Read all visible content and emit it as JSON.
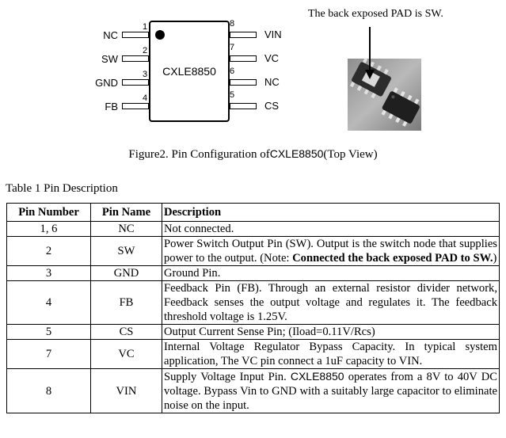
{
  "diagram": {
    "chip_name": "CXLE8850",
    "left_pins": [
      {
        "number": "1",
        "label": "NC"
      },
      {
        "number": "2",
        "label": "SW"
      },
      {
        "number": "3",
        "label": "GND"
      },
      {
        "number": "4",
        "label": "FB"
      }
    ],
    "right_pins": [
      {
        "number": "8",
        "label": "VIN"
      },
      {
        "number": "7",
        "label": "VC"
      },
      {
        "number": "6",
        "label": "NC"
      },
      {
        "number": "5",
        "label": "CS"
      }
    ],
    "pad_note": "The back exposed PAD is SW."
  },
  "caption": {
    "prefix": "Figure2. Pin Configuration of",
    "chip": "CXLE8850",
    "suffix": "(Top View)"
  },
  "table": {
    "title": "Table 1 Pin Description",
    "headers": [
      "Pin Number",
      "Pin Name",
      "Description"
    ],
    "rows": [
      {
        "number": "1, 6",
        "name": "NC",
        "desc": "Not connected."
      },
      {
        "number": "2",
        "name": "SW",
        "desc_before": "Power Switch Output Pin (SW). Output is the switch node that supplies power to the output. (Note: ",
        "desc_bold": "Connected the back exposed PAD to SW.",
        "desc_after": ")"
      },
      {
        "number": "3",
        "name": "GND",
        "desc": "Ground Pin."
      },
      {
        "number": "4",
        "name": "FB",
        "desc": "Feedback Pin (FB). Through an external resistor divider network, Feedback senses the output voltage and regulates it. The feedback threshold voltage is 1.25V."
      },
      {
        "number": "5",
        "name": "CS",
        "desc": "Output Current Sense Pin; (Iload=0.11V/Rcs)"
      },
      {
        "number": "7",
        "name": "VC",
        "desc": "Internal Voltage Regulator Bypass Capacity. In typical system application, The VC pin connect a 1uF capacity to VIN."
      },
      {
        "number": "8",
        "name": "VIN",
        "desc_before": "Supply Voltage Input Pin. ",
        "desc_chip": "CXLE8850",
        "desc_after": " operates from a 8V to 40V DC voltage. Bypass Vin to GND with a suitably large capacitor to eliminate noise on the input."
      }
    ]
  }
}
